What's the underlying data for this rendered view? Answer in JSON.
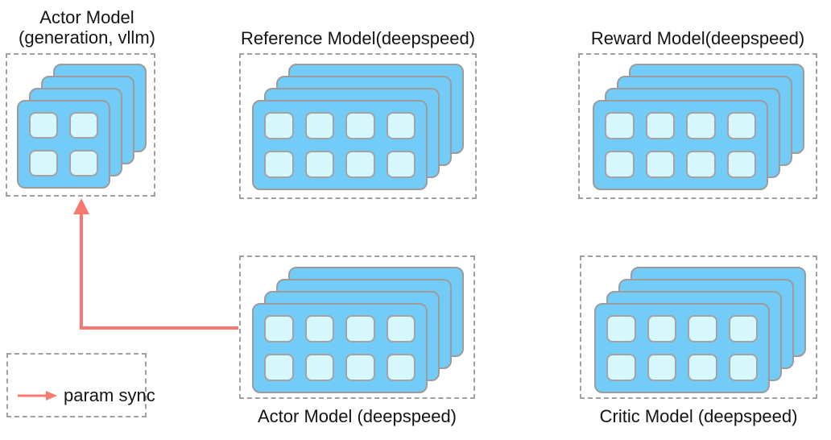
{
  "colors": {
    "card_fill": "#73CBF7",
    "card_border": "#9C9C9C",
    "gpu_fill": "#D6F8FD",
    "gpu_border": "#A3A3A3",
    "box_border": "#A0A0A0",
    "arrow": "#F8796F",
    "text": "#141414"
  },
  "models": {
    "actor_vllm": {
      "label_line1": "Actor Model",
      "label_line2": "(generation, vllm)",
      "stack": {
        "cards": 4,
        "rows": 2,
        "cols": 2
      }
    },
    "reference": {
      "label": "Reference Model(deepspeed)",
      "stack": {
        "cards": 4,
        "rows": 2,
        "cols": 4
      }
    },
    "reward": {
      "label": "Reward Model(deepspeed)",
      "stack": {
        "cards": 4,
        "rows": 2,
        "cols": 4
      }
    },
    "actor_deepspeed": {
      "label": "Actor Model (deepspeed)",
      "stack": {
        "cards": 4,
        "rows": 2,
        "cols": 4
      }
    },
    "critic": {
      "label": "Critic Model (deepspeed)",
      "stack": {
        "cards": 4,
        "rows": 2,
        "cols": 4
      }
    }
  },
  "legend": {
    "label": "param sync"
  },
  "arrow": {
    "from": "Actor Model (deepspeed)",
    "to": "Actor Model (generation, vllm)",
    "label": "param sync"
  }
}
